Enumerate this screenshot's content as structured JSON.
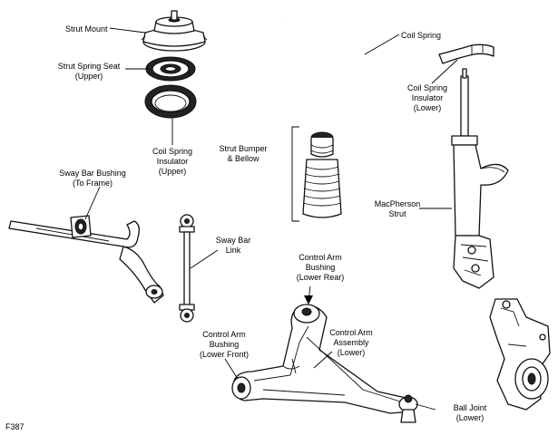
{
  "labels": {
    "strut_mount": "Strut Mount",
    "strut_spring_seat_1": "Strut Spring Seat",
    "strut_spring_seat_2": "(Upper)",
    "coil_spring": "Coil Spring",
    "coil_spring_insulator_lower_1": "Coil Spring",
    "coil_spring_insulator_lower_2": "Insulator",
    "coil_spring_insulator_lower_3": "(Lower)",
    "coil_spring_insulator_upper_1": "Coil Spring",
    "coil_spring_insulator_upper_2": "Insulator",
    "coil_spring_insulator_upper_3": "(Upper)",
    "strut_bumper_1": "Strut Bumper",
    "strut_bumper_2": "& Bellow",
    "sway_bar_bushing_1": "Sway Bar Bushing",
    "sway_bar_bushing_2": "(To Frame)",
    "macpherson_1": "MacPherson",
    "macpherson_2": "Strut",
    "sway_bar_link_1": "Sway Bar",
    "sway_bar_link_2": "Link",
    "ca_bushing_rear_1": "Control Arm",
    "ca_bushing_rear_2": "Bushing",
    "ca_bushing_rear_3": "(Lower Rear)",
    "ca_assembly_1": "Control Arm",
    "ca_assembly_2": "Assembly",
    "ca_assembly_3": "(Lower)",
    "ca_bushing_front_1": "Control Arm",
    "ca_bushing_front_2": "Bushing",
    "ca_bushing_front_3": "(Lower Front)",
    "ball_joint_1": "Ball Joint",
    "ball_joint_2": "(Lower)",
    "figure_id": "F387"
  },
  "icons": {
    "strut_mount": "strut-mount-icon",
    "spring_seat": "spring-seat-icon",
    "insulator_upper": "insulator-ring-icon",
    "coil_spring": "coil-spring-icon",
    "insulator_lower": "insulator-clip-icon",
    "bumper": "bellow-icon",
    "strut": "strut-icon",
    "sway_bar": "sway-bar-icon",
    "sway_link": "link-rod-icon",
    "control_arm": "control-arm-icon",
    "knuckle": "knuckle-icon"
  }
}
